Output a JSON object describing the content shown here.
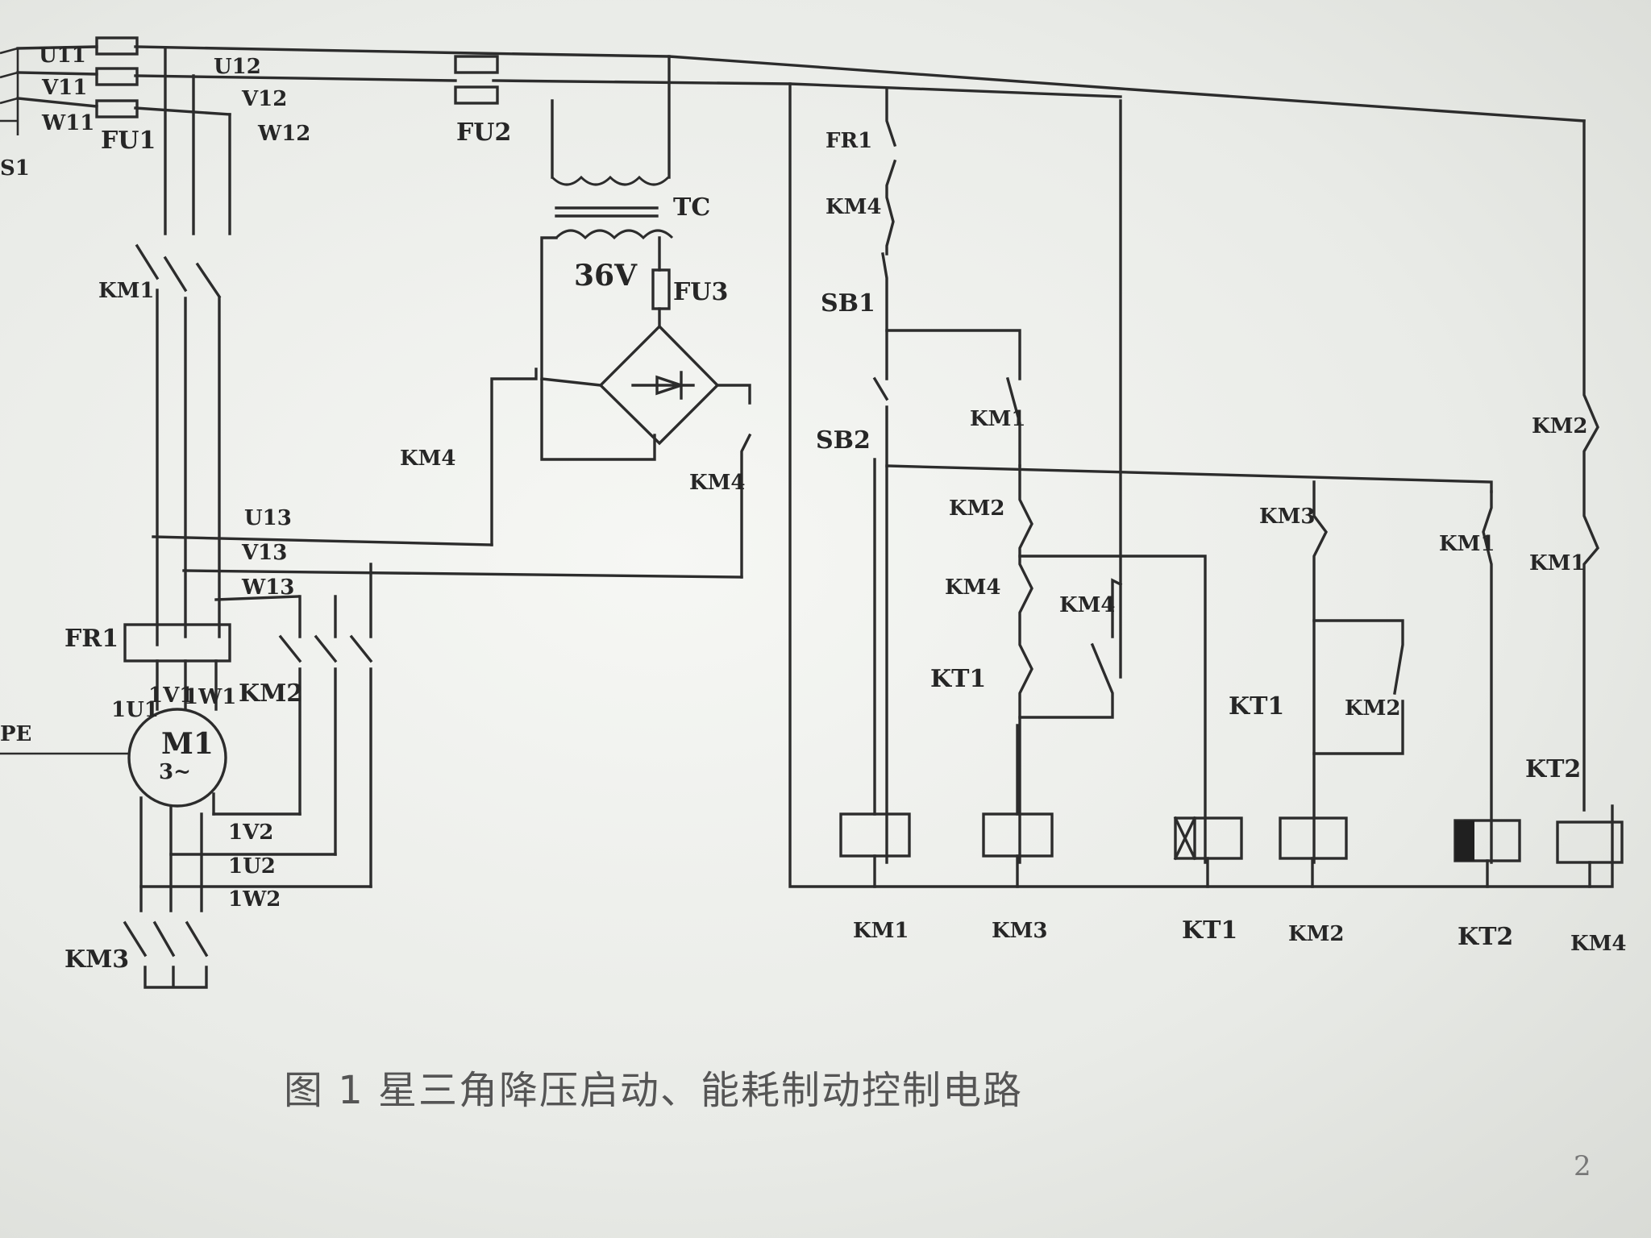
{
  "caption": "图 1  星三角降压启动、能耗制动控制电路",
  "page_number": "2",
  "labels": {
    "s1": "S1",
    "u11": "U11",
    "v11": "V11",
    "w11": "W11",
    "fu1": "FU1",
    "u12": "U12",
    "v12": "V12",
    "w12": "W12",
    "fu2": "FU2",
    "tc": "TC",
    "v36": "36V",
    "fu3": "FU3",
    "km1_main": "KM1",
    "km4_rect_l": "KM4",
    "km4_rect_r": "KM4",
    "u13": "U13",
    "v13": "V13",
    "w13": "W13",
    "fr1_heater": "FR1",
    "km2_main": "KM2",
    "pe": "PE",
    "u1": "1U1",
    "v1": "1V1",
    "w1": "1W1",
    "motor": "M1",
    "motor_phase": "3~",
    "v2": "1V2",
    "u2": "1U2",
    "w2": "1W2",
    "km3_main": "KM3",
    "fr1_ctrl": "FR1",
    "km4_nc_top": "KM4",
    "sb1": "SB1",
    "sb2": "SB2",
    "km1_hold": "KM1",
    "km2_il": "KM2",
    "km4_il": "KM4",
    "km4_side": "KM4",
    "kt1_nc": "KT1",
    "km3_nc": "KM3",
    "kt1_no": "KT1",
    "km2_hold": "KM2",
    "km1_kt2": "KM1",
    "km2_km4": "KM2",
    "km1_km4": "KM1",
    "kt2_nc": "KT2",
    "coil_km1": "KM1",
    "coil_km3": "KM3",
    "coil_kt1": "KT1",
    "coil_km2": "KM2",
    "coil_kt2": "KT2",
    "coil_km4": "KM4"
  }
}
